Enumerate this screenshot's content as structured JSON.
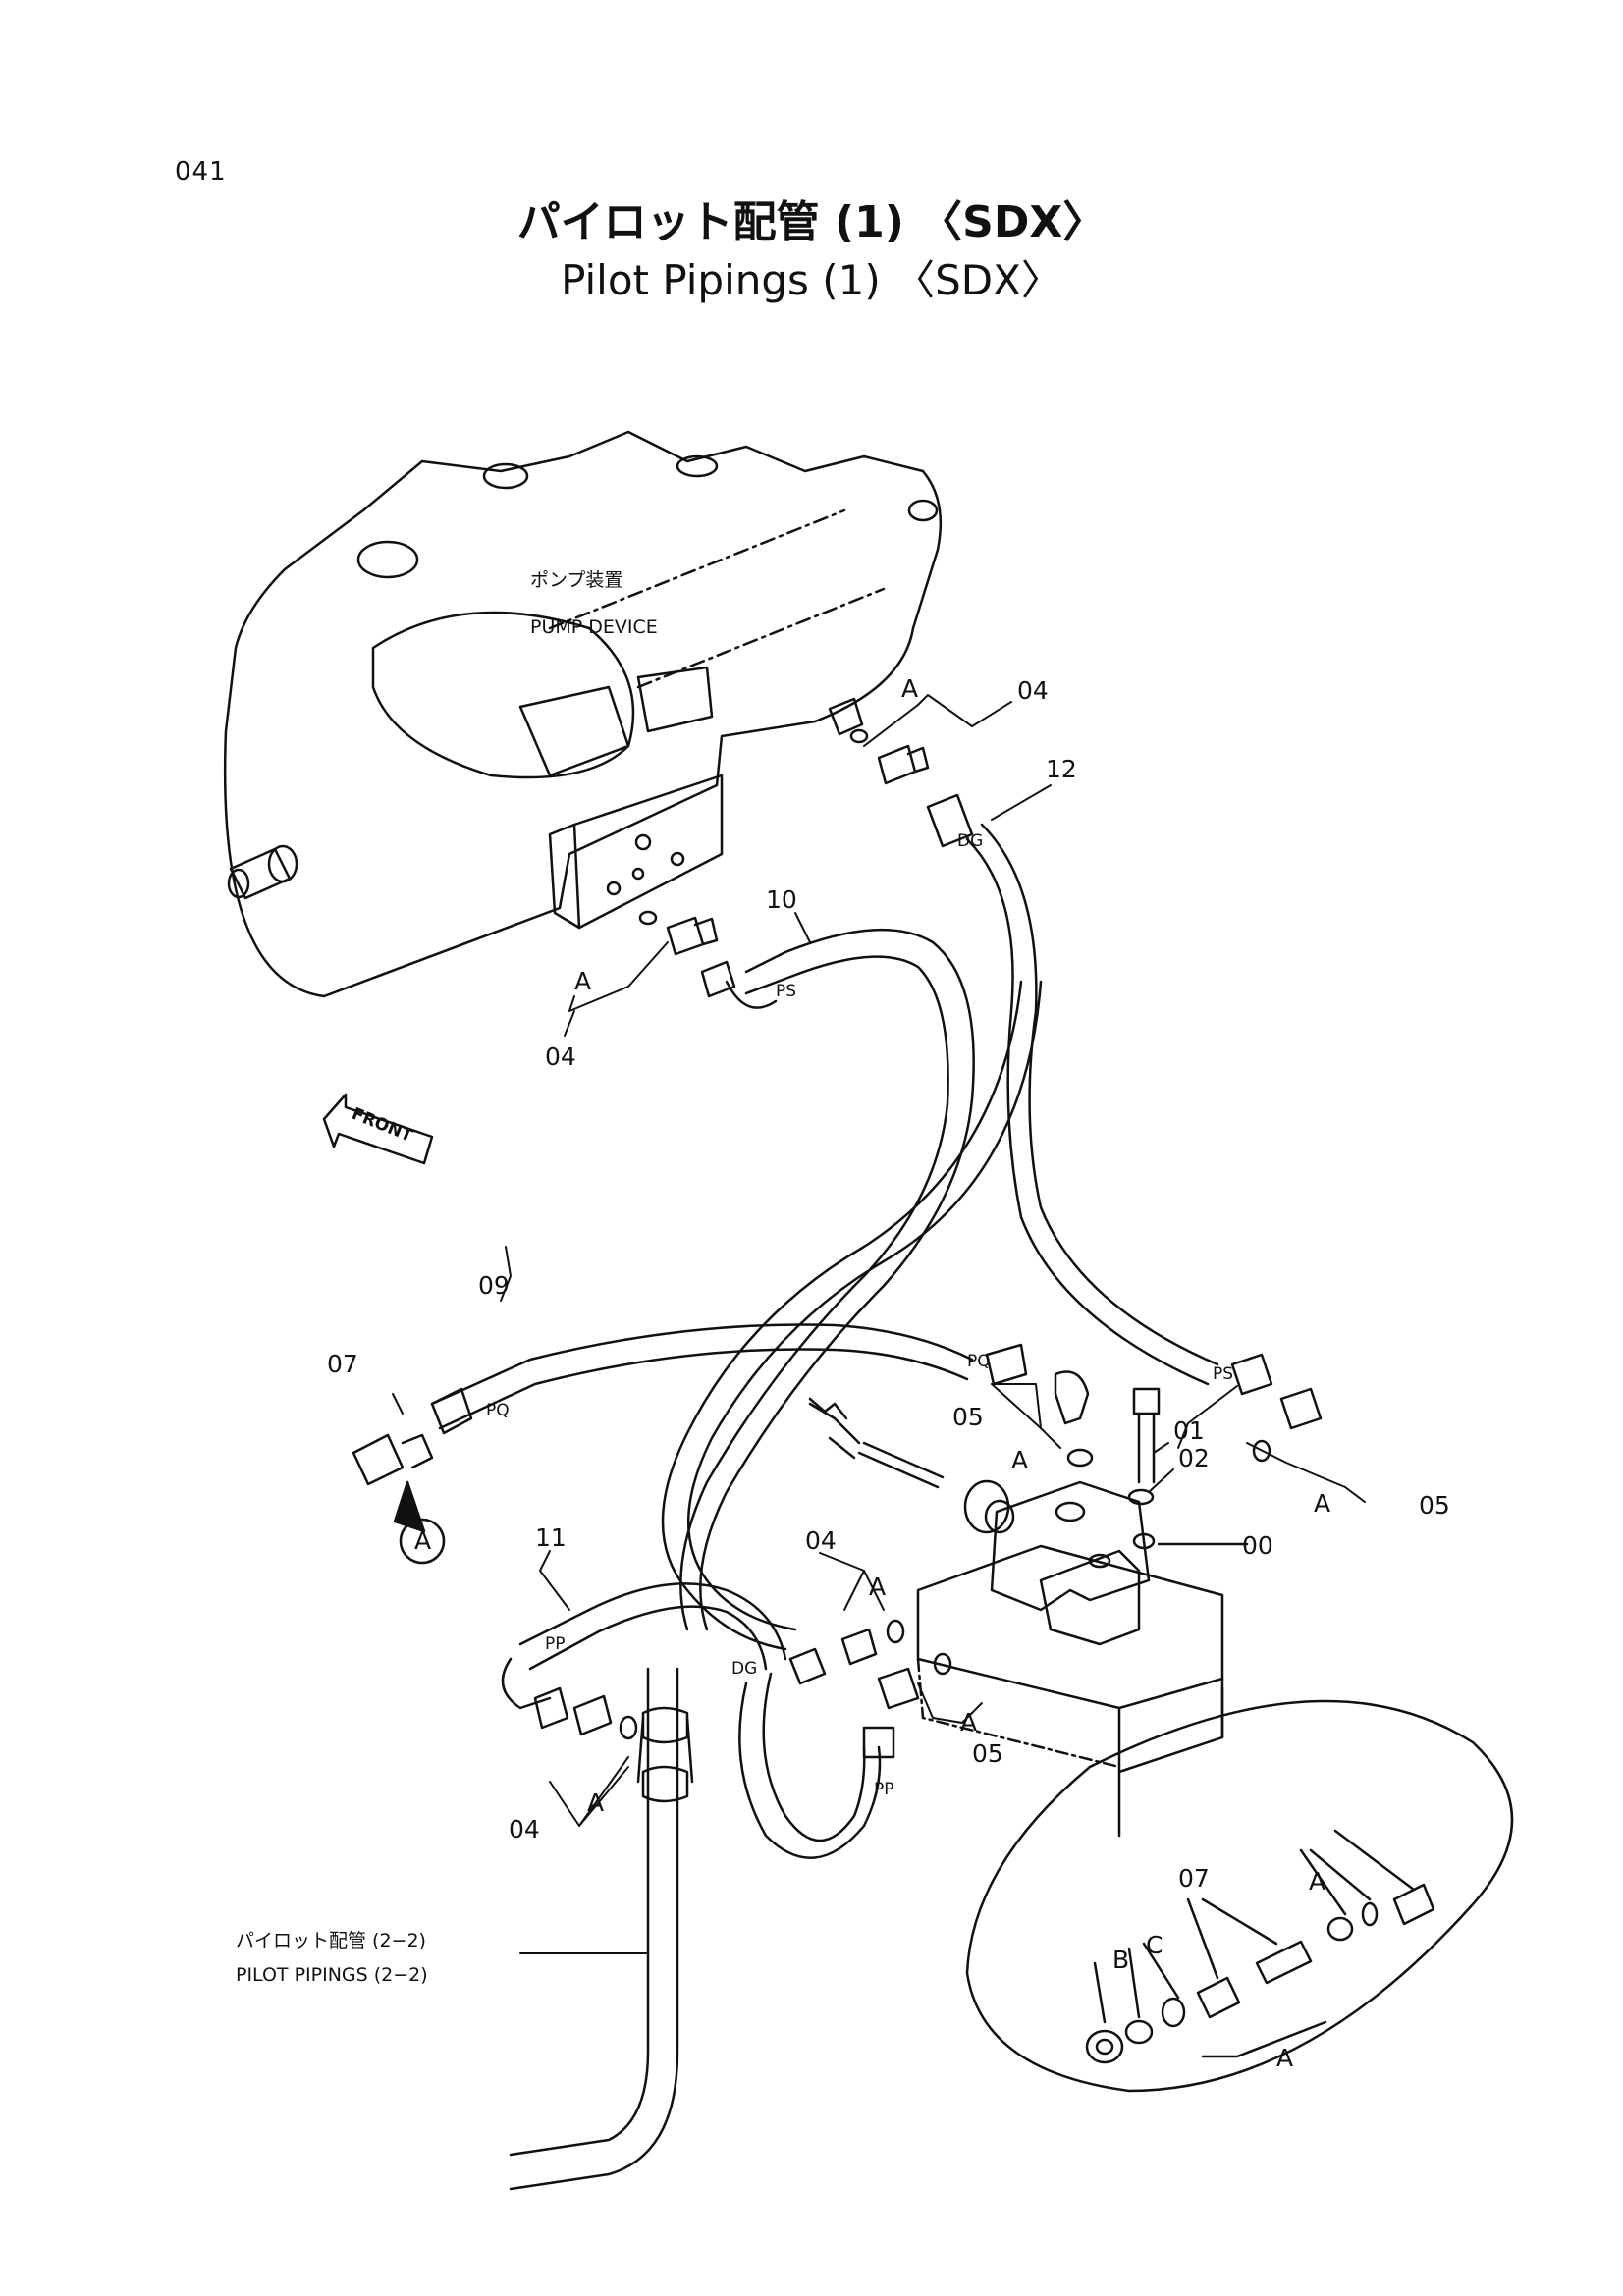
{
  "page_number": "041",
  "title_jp": "パイロット配管 (1) 〈SDX〉",
  "title_en": "Pilot Pipings (1) 〈SDX〉",
  "pump": {
    "label_jp": "ポンプ装置",
    "label_en": "PUMP DEVICE"
  },
  "front_label": "FRONT",
  "ref_pilot": {
    "label_jp": "パイロット配管 (2−2)",
    "label_en": "PILOT PIPINGS (2−2)"
  },
  "callouts": {
    "p00": "00",
    "p01": "01",
    "p02": "02",
    "p04_top": "04",
    "p04_left": "04",
    "p04_mid": "04",
    "p04_bottom": "04",
    "p05_top": "05",
    "p05_right": "05",
    "p05_bottom": "05",
    "p07_left": "07",
    "p07_inset": "07",
    "p09": "09",
    "p10": "10",
    "p11": "11",
    "p12": "12",
    "a1": "A",
    "a2": "A",
    "a3": "A",
    "a4": "A",
    "a5": "A",
    "a6": "A",
    "a7": "A",
    "a8": "A",
    "a_view": "A",
    "inset_a1": "A",
    "inset_a2": "A",
    "inset_b": "B",
    "inset_c": "C"
  },
  "hose_marks": {
    "dg1": "DG",
    "dg2": "DG",
    "ps1": "PS",
    "ps2": "PS",
    "pq1": "PQ",
    "pq2": "PQ",
    "pp1": "PP",
    "pp2": "PP"
  }
}
